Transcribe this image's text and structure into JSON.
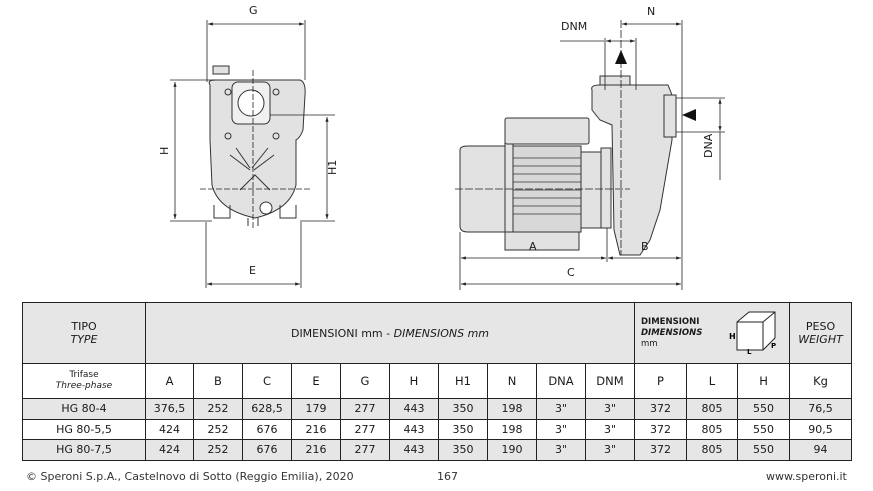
{
  "drawing": {
    "front_labels": {
      "G": "G",
      "H": "H",
      "H1": "H1",
      "E": "E"
    },
    "side_labels": {
      "DNM": "DNM",
      "N": "N",
      "DNA": "DNA",
      "A": "A",
      "B": "B",
      "C": "C"
    }
  },
  "table": {
    "type_header": {
      "it": "TIPO",
      "en": "TYPE"
    },
    "dimensions_header": {
      "it": "DIMENSIONI mm - ",
      "en": "DIMENSIONS mm"
    },
    "packaging_header": {
      "it": "DIMENSIONI",
      "en": "DIMENSIONS",
      "unit": "mm",
      "icon_labels": {
        "H": "H",
        "L": "L",
        "P": "P"
      }
    },
    "weight_header": {
      "it": "PESO",
      "en": "WEIGHT"
    },
    "phase_label": {
      "it": "Trifase",
      "en": "Three-phase"
    },
    "columns": [
      "A",
      "B",
      "C",
      "E",
      "G",
      "H",
      "H1",
      "N",
      "DNA",
      "DNM",
      "P",
      "L",
      "H",
      "Kg"
    ],
    "rows": [
      {
        "type": "HG 80-4",
        "values": [
          "376,5",
          "252",
          "628,5",
          "179",
          "277",
          "443",
          "350",
          "198",
          "3\"",
          "3\"",
          "372",
          "805",
          "550",
          "76,5"
        ]
      },
      {
        "type": "HG 80-5,5",
        "values": [
          "424",
          "252",
          "676",
          "216",
          "277",
          "443",
          "350",
          "198",
          "3\"",
          "3\"",
          "372",
          "805",
          "550",
          "90,5"
        ]
      },
      {
        "type": "HG 80-7,5",
        "values": [
          "424",
          "252",
          "676",
          "216",
          "277",
          "443",
          "350",
          "190",
          "3\"",
          "3\"",
          "372",
          "805",
          "550",
          "94"
        ]
      }
    ]
  },
  "footer": {
    "copyright": "© Speroni S.p.A., Castelnovo di Sotto (Reggio Emilia), 2020",
    "page": "167",
    "website": "www.speroni.it"
  }
}
